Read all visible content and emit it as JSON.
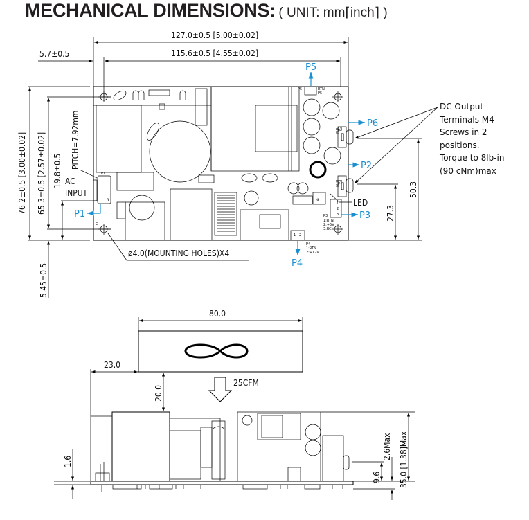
{
  "title": {
    "main": "MECHANICAL DIMENSIONS:",
    "unit": "( UNIT: mm⌈inch⌉ )"
  },
  "top_view": {
    "dim_overall_width": "127.0±0.5  [5.00±0.02]",
    "dim_hole_spacing_width": "115.6±0.5  [4.55±0.02]",
    "dim_hole_offset_x": "5.7±0.5",
    "dim_overall_height": "76.2±0.5  [3.00±0.02]",
    "dim_hole_spacing_height": "65.3±0.5  [2.57±0.02]",
    "dim_ac_input_offset": "19.8±0.5",
    "dim_hole_offset_y": "5.45±0.5",
    "dim_terminal_1": "50.3",
    "dim_terminal_2": "27.3",
    "pitch": "PITCH=7.92mm",
    "ac_input": [
      "AC",
      "INPUT"
    ],
    "mounting_holes": "ø4.0(MOUNTING  HOLES)X4",
    "led": "LED",
    "callout": [
      "DC Output",
      "Terminals M4",
      "Screws in 2",
      "positions.",
      "Torque to 8lb-in",
      "(90 cNm)max"
    ],
    "ports": {
      "p1": "P1",
      "p2": "P2",
      "p3": "P3",
      "p4": "P4",
      "p5": "P5",
      "p6": "P6"
    },
    "connector_labels": {
      "p1": {
        "name": "P1",
        "l": "L",
        "n": "N",
        "g": "G"
      },
      "p5": {
        "name": "P5",
        "rtn": "RTN",
        "p5": "P5"
      },
      "p6": {
        "name": "P6",
        "rtn": "RTN"
      },
      "p2": {
        "name": "P2",
        "rtn": "RTN"
      },
      "p3": {
        "name": "P3",
        "pin1": "1:RTN",
        "pin2": "2:+5V",
        "pin3": "3:RC",
        "n1": "1",
        "n2": "2",
        "n3": "3"
      },
      "p4": {
        "name": "P4",
        "pin1": "1:RTN",
        "pin2": "2:+12V",
        "n1": "1",
        "n2": "2"
      }
    }
  },
  "side_view": {
    "fan_width": "80.0",
    "fan_offset": "23.0",
    "fan_gap": "20.0",
    "airflow": "25CFM",
    "pcb_thickness": "1.6",
    "height": "35.0  [1.38]Max",
    "terminal_height": "9.6",
    "pin_length": "2.6Max"
  },
  "colors": {
    "accent": "#1a8fd0",
    "line": "#000000"
  }
}
